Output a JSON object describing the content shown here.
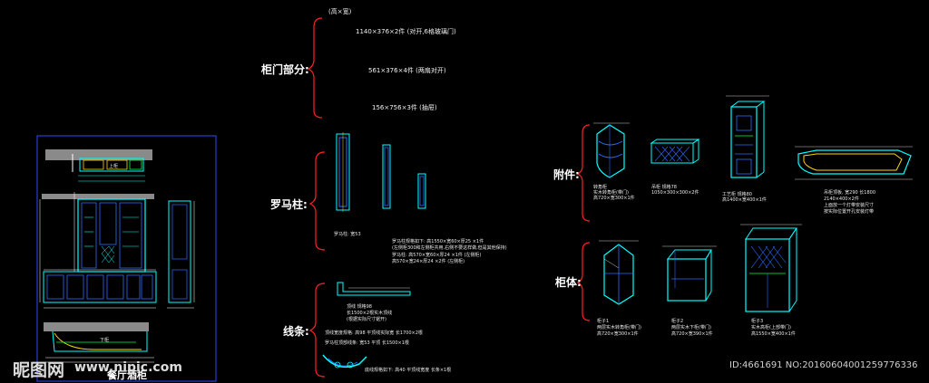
{
  "header_note": "(高×宽)",
  "sections": {
    "door": "柜门部分:",
    "column": "罗马柱:",
    "molding": "线条:",
    "accessory": "附件:",
    "cabinet": "柜体:"
  },
  "door_items": [
    "1140×376×2件 (对开,6格玻璃门)",
    "561×376×4件 (两扇对开)",
    "156×756×3件 (抽屉)"
  ],
  "column_note": "罗马柱:    宽53",
  "column_spec": [
    "罗马柱规格如下: 高1550×宽60×厚25 ×1件",
    "(左侧柜300和左侧柜共用,右侧不要这样做,但是其他保持)",
    "罗马柱:          高570×宽60×厚24 ×1件 (左侧柜)",
    "                 高570×宽24×厚24 ×2件 (左侧柜)"
  ],
  "molding_top": "顶线  规格98",
  "molding_notes": [
    "长1500×2根实木顶线",
    "(根据实际尺寸锯开)",
    "顶线宽度规格:     高98 平顶线实际宽 长1700×2根",
    "罗马柱顶部线条:   宽53 平顶  长1500×1根",
    "底线规格如下:  高40 平顶线宽度  长条×1根"
  ],
  "accessory_captions": [
    "转角柜\n实木转角柜(带门)\n高720×宽300×1件",
    "吊柜 规格78\n1050×300×300×2件",
    "工艺柜 规格80\n高1400×宽400×1件",
    "吊柜顶板, 宽290 长1800\n2140×400×2件\n上面放一个灯带安装尺寸\n按实际位置开孔安装灯带"
  ],
  "cabinet_captions": [
    "柜子1\n两层实木转角柜(带门)\n高720×宽300×1件",
    "柜子2\n两层实木下柜(带门)\n高720×宽390×1件",
    "柜子3\n实木高柜(上部带门)\n高1550×宽400×1件"
  ],
  "left_plan": {
    "title": "餐厅酒柜",
    "label_top": "上柜",
    "label_bottom": "下柜"
  },
  "watermark": {
    "logo": "昵图网",
    "url": "www.nipic.com",
    "id": "ID:4661691 NO:20160604001259776336"
  },
  "colors": {
    "background": "#000000",
    "line_cyan": "#00ffff",
    "line_blue": "#2b3bd6",
    "bracket_red": "#ff2020",
    "accent_yellow": "#ffd700",
    "accent_green": "#00ff40",
    "white": "#ffffff"
  }
}
